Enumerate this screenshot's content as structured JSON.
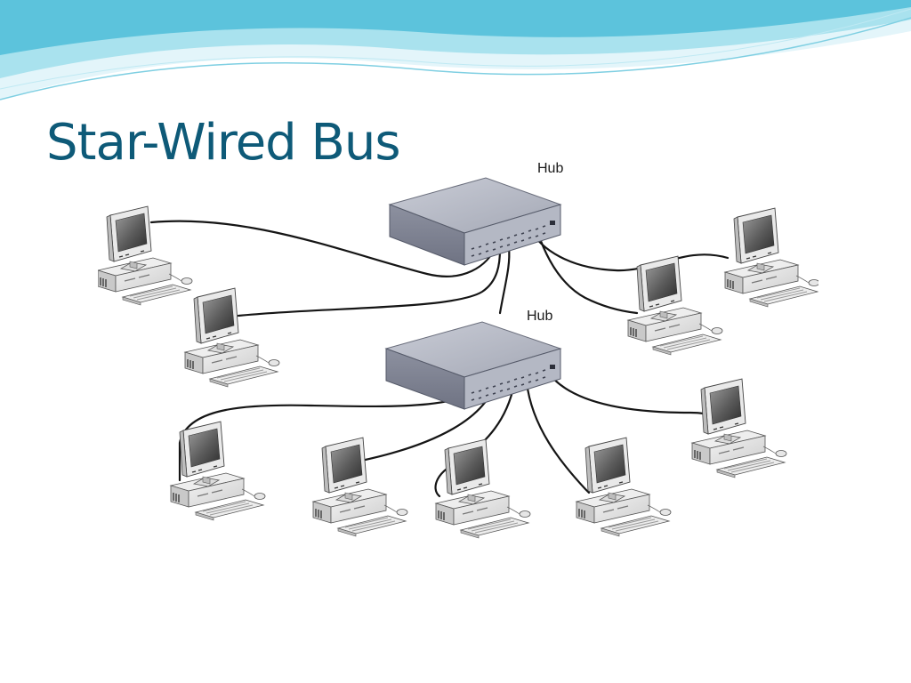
{
  "slide": {
    "title": "Star-Wired Bus",
    "accent_color": "#0e5a78",
    "wave_colors": [
      "#5cc3dc",
      "#a9e2ee",
      "#e3f5fa"
    ]
  },
  "diagram": {
    "hubs": [
      {
        "id": "hub-top",
        "label": "Hub",
        "connected_computers": 4
      },
      {
        "id": "hub-bottom",
        "label": "Hub",
        "connected_computers": 5
      }
    ],
    "computer_count": 9,
    "icons": [
      "hub-icon",
      "computer-icon"
    ]
  }
}
